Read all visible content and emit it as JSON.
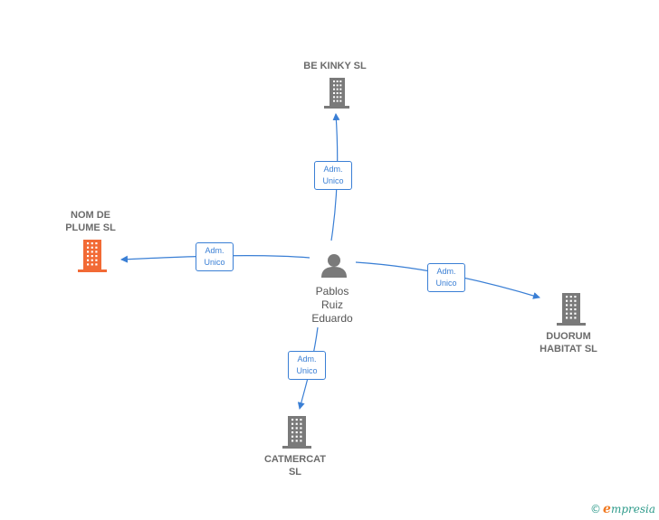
{
  "person": {
    "name": "Pablos\nRuiz\nEduardo"
  },
  "companies": [
    {
      "name": "BE KINKY  SL",
      "highlight": false
    },
    {
      "name": "NOM DE\nPLUME  SL",
      "highlight": true
    },
    {
      "name": "DUORUM\nHABITAT SL",
      "highlight": false
    },
    {
      "name": "CATMERCAT\nSL",
      "highlight": false
    }
  ],
  "relations": [
    {
      "line1": "Adm.",
      "line2": "Unico"
    },
    {
      "line1": "Adm.",
      "line2": "Unico"
    },
    {
      "line1": "Adm.",
      "line2": "Unico"
    },
    {
      "line1": "Adm.",
      "line2": "Unico"
    }
  ],
  "colors": {
    "edge": "#3a7fd5",
    "building": "#7a7a7a",
    "building_highlight": "#f26a35",
    "person": "#7a7a7a"
  },
  "footer": {
    "copyright": "©",
    "brand_initial": "e",
    "brand_rest": "mpresia"
  }
}
